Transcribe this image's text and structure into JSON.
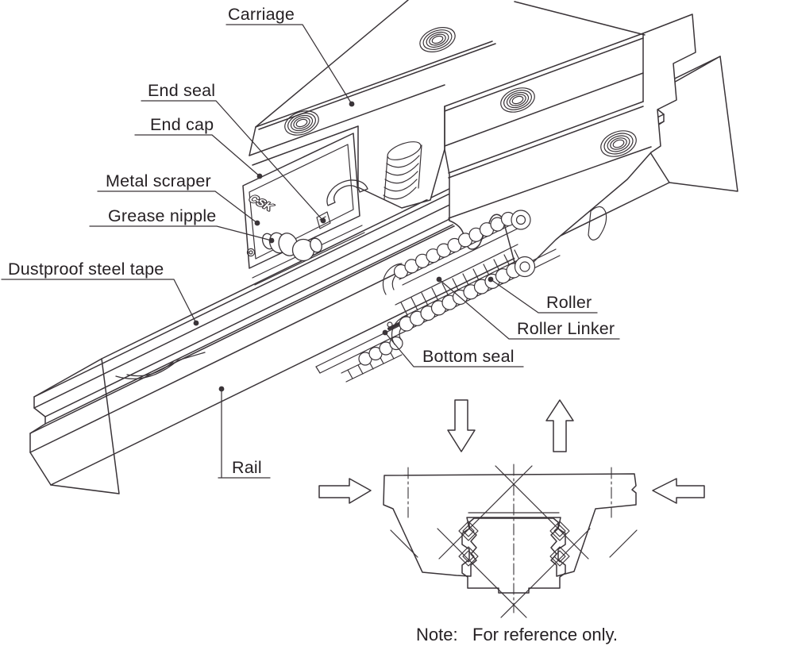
{
  "diagram": {
    "title_hint": "roller linear guide exploded/cutaway illustration",
    "colors": {
      "line": "#3a3438",
      "text": "#262124",
      "background": "#ffffff"
    },
    "logo": "CSK",
    "labels": [
      {
        "id": "carriage",
        "text": "Carriage"
      },
      {
        "id": "end-seal",
        "text": "End seal"
      },
      {
        "id": "end-cap",
        "text": "End cap"
      },
      {
        "id": "metal-scraper",
        "text": "Metal scraper"
      },
      {
        "id": "grease-nipple",
        "text": "Grease nipple"
      },
      {
        "id": "dustproof-tape",
        "text": "Dustproof steel tape"
      },
      {
        "id": "roller",
        "text": "Roller"
      },
      {
        "id": "roller-linker",
        "text": "Roller Linker"
      },
      {
        "id": "bottom-seal",
        "text": "Bottom seal"
      },
      {
        "id": "rail",
        "text": "Rail"
      }
    ],
    "note": {
      "prefix": "Note:",
      "body": "For reference only."
    }
  }
}
